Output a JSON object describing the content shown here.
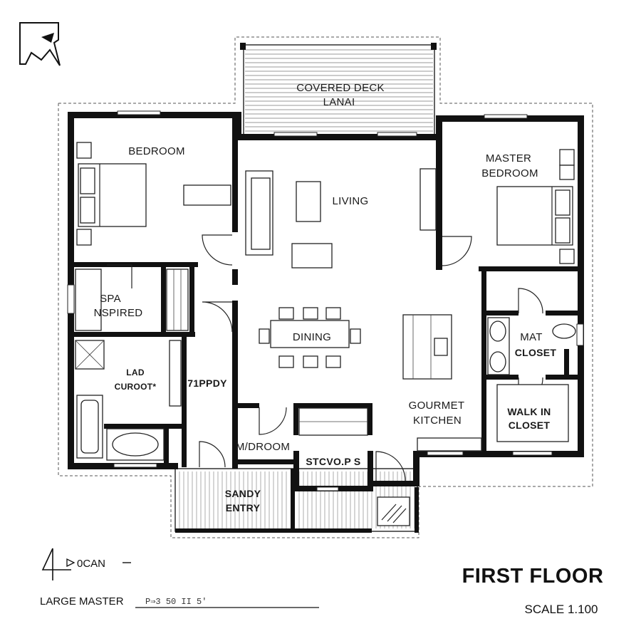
{
  "rooms": {
    "covered_deck_1": "COVERED DECK",
    "covered_deck_2": "LANAI",
    "bedroom": "BEDROOM",
    "master_1": "MASTER",
    "master_2": "BEDROOM",
    "living": "LIVING",
    "spa_1": "SPA",
    "spa_2": "NSPIRED",
    "dining": "DINING",
    "mat_closet_1": "MAT",
    "mat_closet_2": "CLOSET",
    "lad_curoot_1": "LAD",
    "lad_curoot_2": "CUROOT*",
    "pantry": "71PPDY",
    "gourmet_1": "GOURMET",
    "gourmet_2": "KITCHEN",
    "walk_in_1": "WALK IN",
    "walk_in_2": "CLOSET",
    "mudroom": "M/DROOM",
    "storage": "STCVO.P S",
    "sandy_1": "SANDY",
    "sandy_2": "ENTRY"
  },
  "north_arrow": {
    "label": "0CAN"
  },
  "title_block": {
    "title": "FIRST FLOOR",
    "scale": "SCALE 1.100",
    "plan_name": "LARGE MASTER",
    "plan_code": "P⇒3 50  II 5'"
  }
}
